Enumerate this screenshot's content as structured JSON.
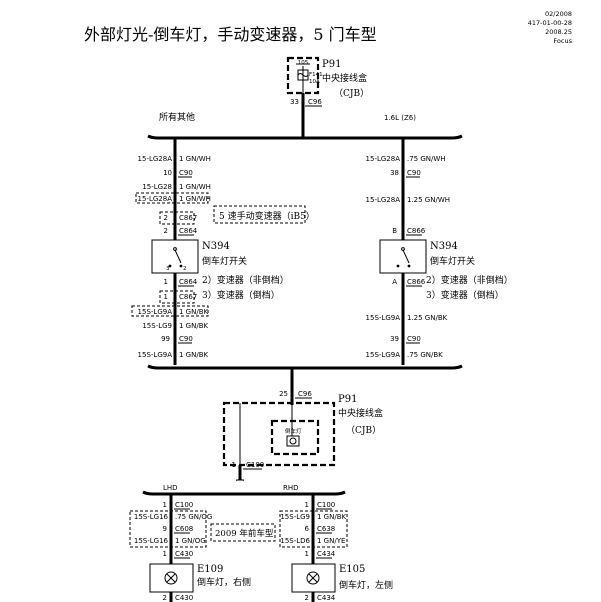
{
  "header": {
    "title": "外部灯光-倒车灯，手动变速器，5 门车型",
    "ref_date": "02/2008",
    "ref_code": "417-01-00-28",
    "ref_rev": "2008.25",
    "ref_model": "Focus"
  },
  "p91_top": {
    "id": "P91",
    "name": "中央接线盒",
    "abbr": "（CJB）",
    "fuse_pin": "105",
    "fuse_name": "F141",
    "fuse_rating": "10A",
    "pin": "33",
    "conn": "C96"
  },
  "branch": {
    "left_label": "所有其他",
    "right_label": "1.6L (Z6)"
  },
  "left": {
    "w1": "15-LG28A",
    "w1_spec": "1 GN/WH",
    "pin10": "10",
    "c90": "C90",
    "w2": "15-LG28",
    "w2_spec": "1 GN/WH",
    "w3": "15-LG28A",
    "w3_spec": "1 GN/WH",
    "pin2": "2",
    "c867": "C867",
    "pin2b": "2",
    "c864": "C864",
    "ib5_note": "5 速手动变速器（iB5）",
    "n394": "N394",
    "switch_name": "倒车灯开关",
    "note2": "2）变速器（非倒档）",
    "note3": "3）变速器（倒档）",
    "sw_t3": "3",
    "sw_t2": "2",
    "pin1a": "1",
    "c864b": "C864",
    "pin1b": "1",
    "c867b": "C867",
    "w4": "15S-LG9A",
    "w4_spec": "1 GN/BK",
    "w5": "15S-LG9",
    "w5_spec": "1 GN/BK",
    "pin99": "99",
    "c90b": "C90",
    "w6": "15S-LG9A",
    "w6_spec": "1 GN/BK"
  },
  "right": {
    "w1": "15-LG28A",
    "w1_spec": ".75 GN/WH",
    "pin38": "38",
    "c90": "C90",
    "w2": "15-LG28A",
    "w2_spec": "1.25 GN/WH",
    "pinB": "B",
    "c866": "C866",
    "n394": "N394",
    "switch_name": "倒车灯开关",
    "note2": "2）变速器（非倒档）",
    "note3": "3）变速器（倒档）",
    "pinA": "A",
    "c866b": "C866",
    "w3": "15S-LG9A",
    "w3_spec": "1.25 GN/BK",
    "pin39": "39",
    "c90b": "C90",
    "w4": "15S-LG9A",
    "w4_spec": ".75 GN/BK"
  },
  "p91_bottom": {
    "pin25": "25",
    "c96": "C96",
    "id": "P91",
    "name": "中央接线盒",
    "abbr": "（CJB）",
    "relay_label": "倒车灯",
    "pin1": "1",
    "c100": "C100"
  },
  "bottom": {
    "lhd": "LHD",
    "rhd": "RHD",
    "model_note": "2009 年前车型",
    "l_pin1": "1",
    "l_c100": "C100",
    "l_w1": "15S-LG16",
    "l_w1_spec": ".75 GN/OG",
    "l_pin9": "9",
    "l_c608": "C608",
    "l_w2": "15S-LG16",
    "l_w2_spec": "1 GN/OG",
    "l_pin1b": "1",
    "l_c430": "C430",
    "e109": "E109",
    "e109_name": "倒车灯，右侧",
    "l_pin2": "2",
    "l_c430b": "C430",
    "r_pin1": "1",
    "r_c100": "C100",
    "r_w1": "15S-LG9",
    "r_w1_spec": "1 GN/BK",
    "r_pin6": "6",
    "r_c638": "C638",
    "r_w2": "15S-LD6",
    "r_w2_spec": "1 GN/YE",
    "r_pin1b": "1",
    "r_c434": "C434",
    "e105": "E105",
    "e105_name": "倒车灯，左侧",
    "r_pin2": "2",
    "r_c434b": "C434"
  }
}
